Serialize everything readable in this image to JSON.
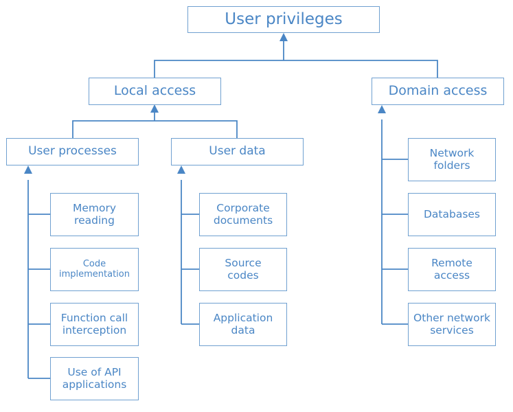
{
  "colors": {
    "line": "#4a86c5",
    "border": "#6fa0d0",
    "text": "#4a86c5"
  },
  "root": {
    "label": "User privileges"
  },
  "local": {
    "label": "Local access"
  },
  "domain": {
    "label": "Domain access"
  },
  "user_processes": {
    "label": "User processes",
    "items": [
      {
        "label": "Memory\nreading"
      },
      {
        "label": "Code\nimplementation"
      },
      {
        "label": "Function call\ninterception"
      },
      {
        "label": "Use of API\napplications"
      }
    ]
  },
  "user_data": {
    "label": "User data",
    "items": [
      {
        "label": "Corporate\ndocuments"
      },
      {
        "label": "Source\ncodes"
      },
      {
        "label": "Application\ndata"
      }
    ]
  },
  "domain_items": [
    {
      "label": "Network\nfolders"
    },
    {
      "label": "Databases"
    },
    {
      "label": "Remote\naccess"
    },
    {
      "label": "Other network\nservices"
    }
  ]
}
